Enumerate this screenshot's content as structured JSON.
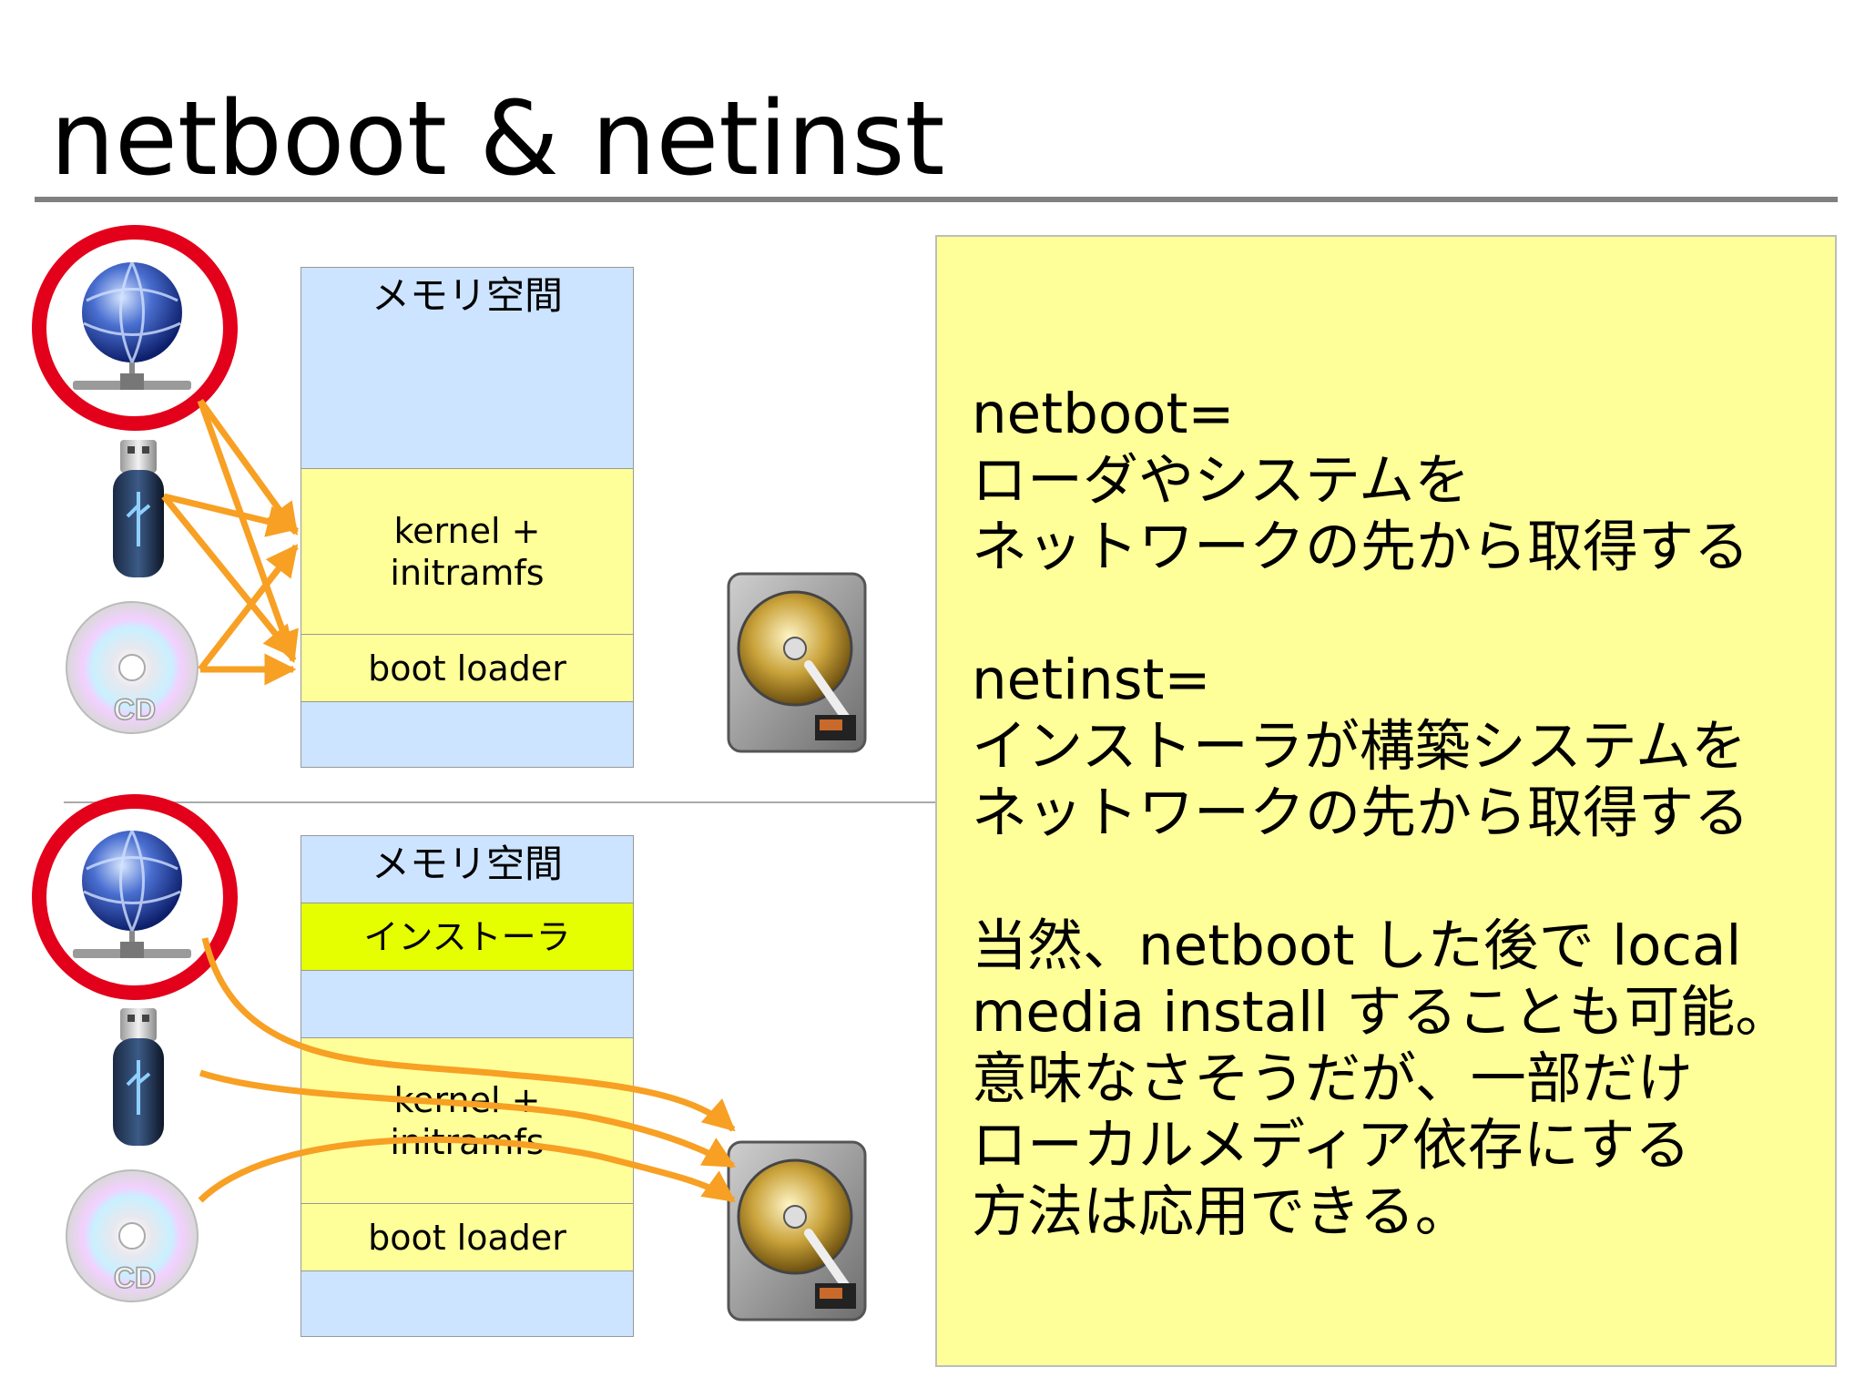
{
  "slide": {
    "title": "netboot & netinst"
  },
  "top_diagram": {
    "memory": {
      "header": "メモリ空間",
      "kernel": "kernel +\ninitramfs",
      "bootloader": "boot loader"
    },
    "sources": [
      {
        "name": "network",
        "icon": "globe-network-icon",
        "highlighted": true
      },
      {
        "name": "usb",
        "icon": "usb-drive-icon"
      },
      {
        "name": "cd",
        "icon": "cd-disc-icon",
        "label": "CD"
      }
    ],
    "target_icon": "hard-disk-icon"
  },
  "bottom_diagram": {
    "memory": {
      "header": "メモリ空間",
      "installer": "インストーラ",
      "kernel": "kernel +\ninitramfs",
      "bootloader": "boot loader"
    },
    "sources": [
      {
        "name": "network",
        "icon": "globe-network-icon",
        "highlighted": true
      },
      {
        "name": "usb",
        "icon": "usb-drive-icon"
      },
      {
        "name": "cd",
        "icon": "cd-disc-icon",
        "label": "CD"
      }
    ],
    "target_icon": "hard-disk-icon"
  },
  "notes": {
    "netboot_lines": [
      "netboot=",
      "ローダやシステムを",
      "ネットワークの先から取得する"
    ],
    "netinst_lines": [
      "netinst=",
      "インストーラが構築システムを",
      "ネットワークの先から取得する"
    ],
    "remark_lines": [
      "当然、netboot した後で local",
      "media install することも可能。",
      "意味なさそうだが、一部だけ",
      "ローカルメディア依存にする",
      "方法は応用できる。"
    ]
  },
  "colors": {
    "memory_free": "#cce4ff",
    "memory_loaded": "#ffff99",
    "installer": "#e6ff00",
    "arrow": "#f7a023",
    "highlight_ring": "#e3001b",
    "note_bg": "#ffff99"
  }
}
